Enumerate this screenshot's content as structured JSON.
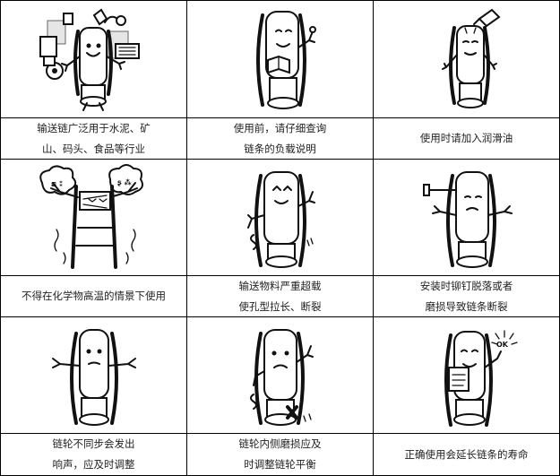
{
  "panels": [
    {
      "icon": "chain-with-industrial-goods-illustration",
      "caption_lines": [
        "输送链广泛用于水泥、矿",
        "山、码头、食品等行业"
      ]
    },
    {
      "icon": "chain-reading-manual-illustration",
      "caption_lines": [
        "使用前，请仔细查询",
        "链条的负载说明"
      ]
    },
    {
      "icon": "chain-oiling-illustration",
      "caption_lines": [
        "使用时请加入润滑油"
      ]
    },
    {
      "icon": "chain-in-chemical-heat-illustration",
      "caption_lines": [
        "不得在化学物高温的情景下使用"
      ]
    },
    {
      "icon": "chain-overloaded-illustration",
      "caption_lines": [
        "输送物料严重超载",
        "使孔型拉长、断裂"
      ]
    },
    {
      "icon": "chain-rivet-falling-illustration",
      "caption_lines": [
        "安装时铆钉脱落或者",
        "磨损导致链条断裂"
      ]
    },
    {
      "icon": "chain-sprocket-noise-illustration",
      "caption_lines": [
        "链轮不同步会发出",
        "响声，应及时调整"
      ]
    },
    {
      "icon": "chain-sprocket-wear-illustration",
      "caption_lines": [
        "链轮内侧磨损应及",
        "时调整链轮平衡"
      ]
    },
    {
      "icon": "chain-ok-long-life-illustration",
      "caption_lines": [
        "正确使用会延长链条的寿命"
      ],
      "ok_text": "OK"
    }
  ]
}
